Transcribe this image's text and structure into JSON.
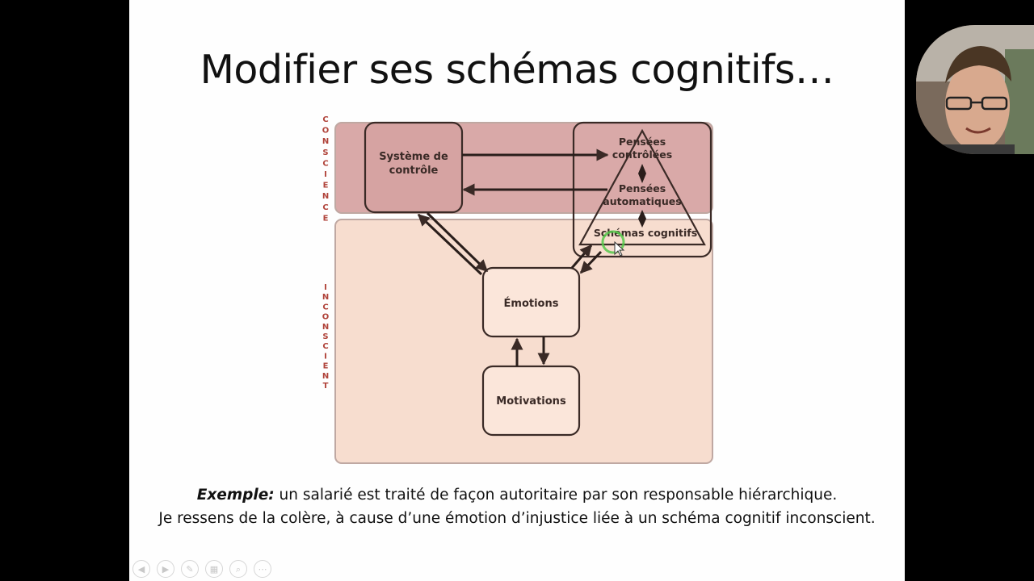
{
  "slide": {
    "title": "Modifier ses schémas cognitifs…",
    "caption": {
      "example_label": "Exemple:",
      "line1_rest": " un salarié est traité de façon autoritaire par son responsable hiérarchique.",
      "line2": "Je ressens de la colère, à cause d’une émotion d’injustice liée à un schéma cognitif inconscient."
    }
  },
  "diagram": {
    "zones": {
      "conscious_letters": [
        "C",
        "O",
        "N",
        "S",
        "C",
        "I",
        "E",
        "N",
        "C",
        "E"
      ],
      "unconscious_letters": [
        "I",
        "N",
        "C",
        "O",
        "N",
        "S",
        "C",
        "I",
        "E",
        "N",
        "T"
      ]
    },
    "boxes": {
      "control_line1": "Système de",
      "control_line2": "contrôle",
      "emotions": "Émotions",
      "motivations": "Motivations"
    },
    "pyramid": {
      "top_line1": "Pensées",
      "top_line2": "contrôlées",
      "mid_line1": "Pensées",
      "mid_line2": "automatiques",
      "bottom": "Schémas cognitifs"
    },
    "colors": {
      "conscious_band": "#d9a9a8",
      "unconscious_band": "#f7ddcf",
      "box_fill": "#fbe6da",
      "stroke": "#3a2a26",
      "zone_letters": "#b0433a",
      "highlight": "#53c84a"
    }
  },
  "toolbar": {
    "icons": [
      "prev-icon",
      "next-icon",
      "pen-icon",
      "slides-icon",
      "zoom-icon",
      "more-icon"
    ],
    "glyphs": [
      "◀",
      "▶",
      "✎",
      "▦",
      "⌕",
      "⋯"
    ]
  }
}
